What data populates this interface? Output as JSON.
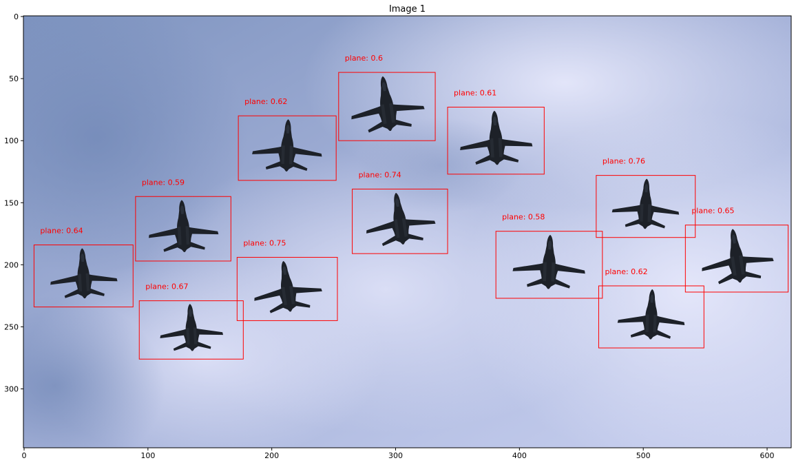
{
  "figure": {
    "title": "Image 1",
    "x_ticks": [
      0,
      100,
      200,
      300,
      400,
      500,
      600
    ],
    "y_ticks": [
      0,
      50,
      100,
      150,
      200,
      250,
      300
    ],
    "x_range": [
      0,
      620
    ],
    "y_range": [
      0,
      348
    ],
    "box_color": "#ff0000"
  },
  "detections": [
    {
      "label": "plane: 0.6",
      "x0": 254,
      "y0": 45,
      "x1": 332,
      "y1": 100
    },
    {
      "label": "plane: 0.61",
      "x0": 342,
      "y0": 73,
      "x1": 420,
      "y1": 127
    },
    {
      "label": "plane: 0.62",
      "x0": 173,
      "y0": 80,
      "x1": 252,
      "y1": 132
    },
    {
      "label": "plane: 0.74",
      "x0": 265,
      "y0": 139,
      "x1": 342,
      "y1": 191
    },
    {
      "label": "plane: 0.59",
      "x0": 90,
      "y0": 145,
      "x1": 167,
      "y1": 197
    },
    {
      "label": "plane: 0.76",
      "x0": 462,
      "y0": 128,
      "x1": 542,
      "y1": 178
    },
    {
      "label": "plane: 0.65",
      "x0": 534,
      "y0": 168,
      "x1": 617,
      "y1": 222
    },
    {
      "label": "plane: 0.64",
      "x0": 8,
      "y0": 184,
      "x1": 88,
      "y1": 234
    },
    {
      "label": "plane: 0.58",
      "x0": 381,
      "y0": 173,
      "x1": 467,
      "y1": 227
    },
    {
      "label": "plane: 0.75",
      "x0": 172,
      "y0": 194,
      "x1": 253,
      "y1": 245
    },
    {
      "label": "plane: 0.67",
      "x0": 93,
      "y0": 229,
      "x1": 177,
      "y1": 276
    },
    {
      "label": "plane: 0.62",
      "x0": 464,
      "y0": 217,
      "x1": 549,
      "y1": 267
    }
  ]
}
